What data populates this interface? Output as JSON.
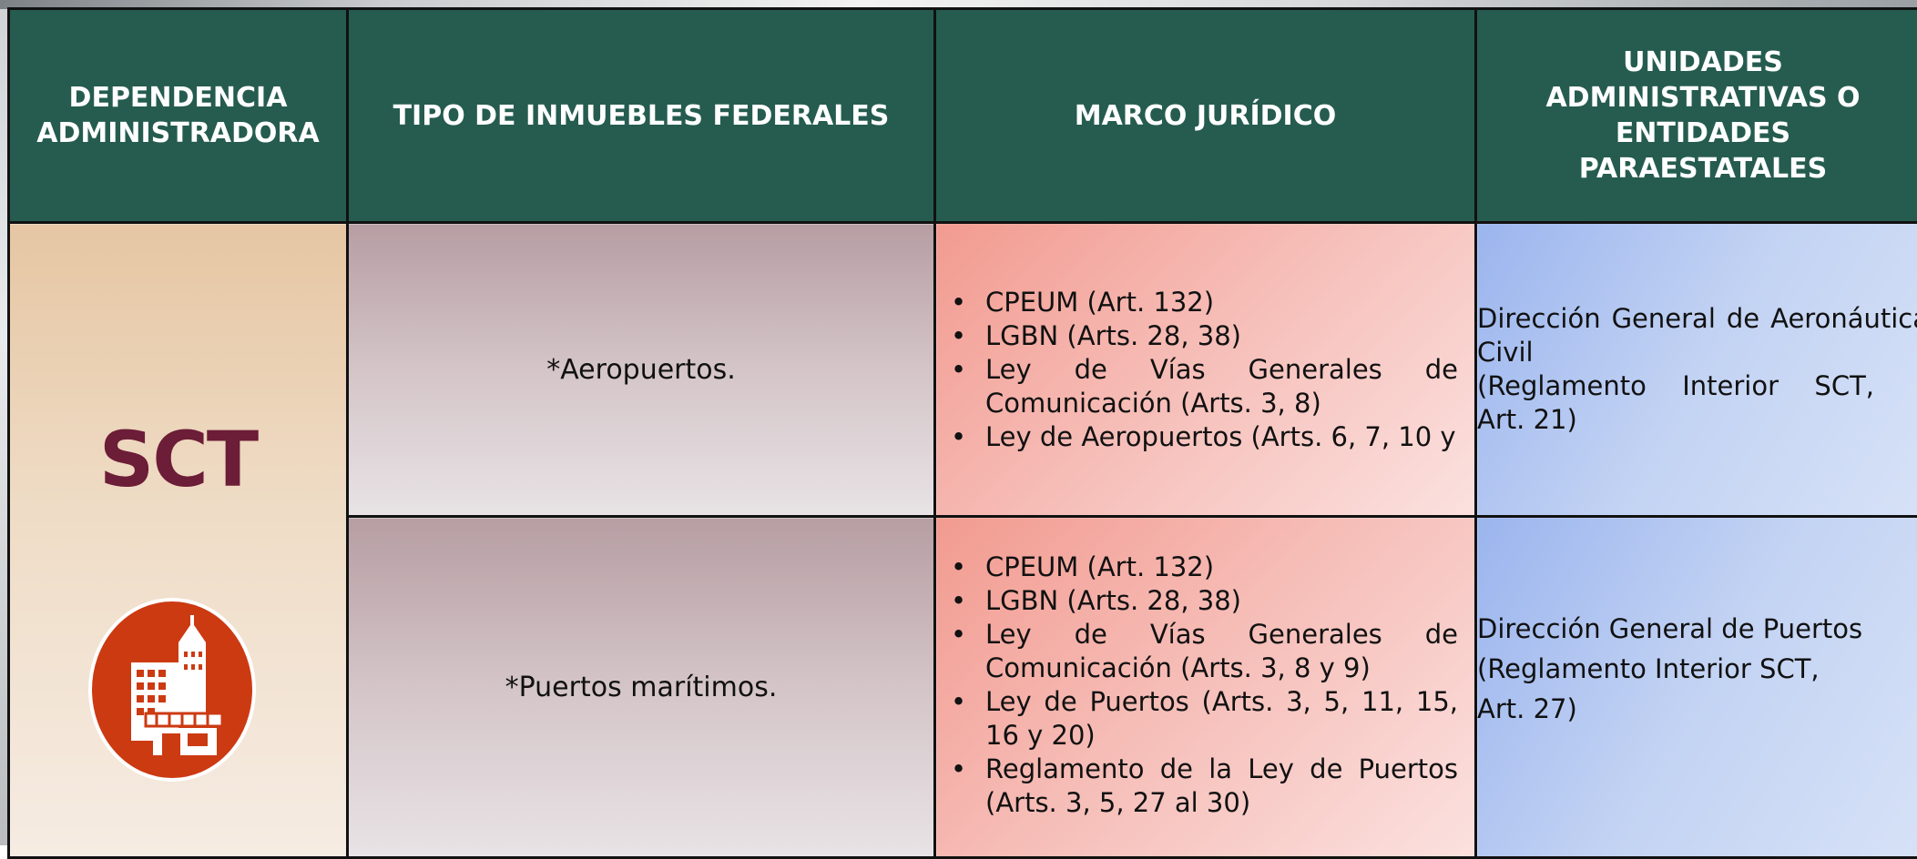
{
  "headers": {
    "dependencia": "DEPENDENCIA ADMINISTRADORA",
    "tipo": "TIPO DE INMUEBLES FEDERALES",
    "marco": "MARCO JURÍDICO",
    "unidades": "UNIDADES ADMINISTRATIVAS O ENTIDADES PARAESTATALES"
  },
  "dependencia": {
    "name": "SCT",
    "icon": "building-icon",
    "icon_color": "#cc3a12"
  },
  "rows": [
    {
      "tipo": "*Aeropuertos.",
      "marco": [
        "CPEUM (Art. 132)",
        "LGBN (Arts. 28, 38)",
        "Ley de Vías Generales de Comunicación (Arts. 3, 8)",
        "Ley de Aeropuertos (Arts. 6, 7, 10 y"
      ],
      "unidad_line1": "Dirección General de Aeronáutica Civil",
      "unidad_line2": "(Reglamento Interior SCT, Art. 21)"
    },
    {
      "tipo": "*Puertos marítimos.",
      "marco": [
        "CPEUM (Art. 132)",
        "LGBN (Arts. 28, 38)",
        "Ley de Vías Generales de Comunicación (Arts. 3, 8 y 9)",
        "Ley de Puertos (Arts. 3, 5, 11, 15, 16 y 20)",
        "Reglamento de la Ley de Puertos (Arts. 3, 5, 27 al 30)"
      ],
      "unidad_line1": "Dirección General de Puertos",
      "unidad_line2": "(Reglamento Interior SCT,",
      "unidad_line3": "Art. 27)"
    }
  ],
  "colors": {
    "header_bg": "#255c4f",
    "sct_text": "#6c1d37"
  }
}
